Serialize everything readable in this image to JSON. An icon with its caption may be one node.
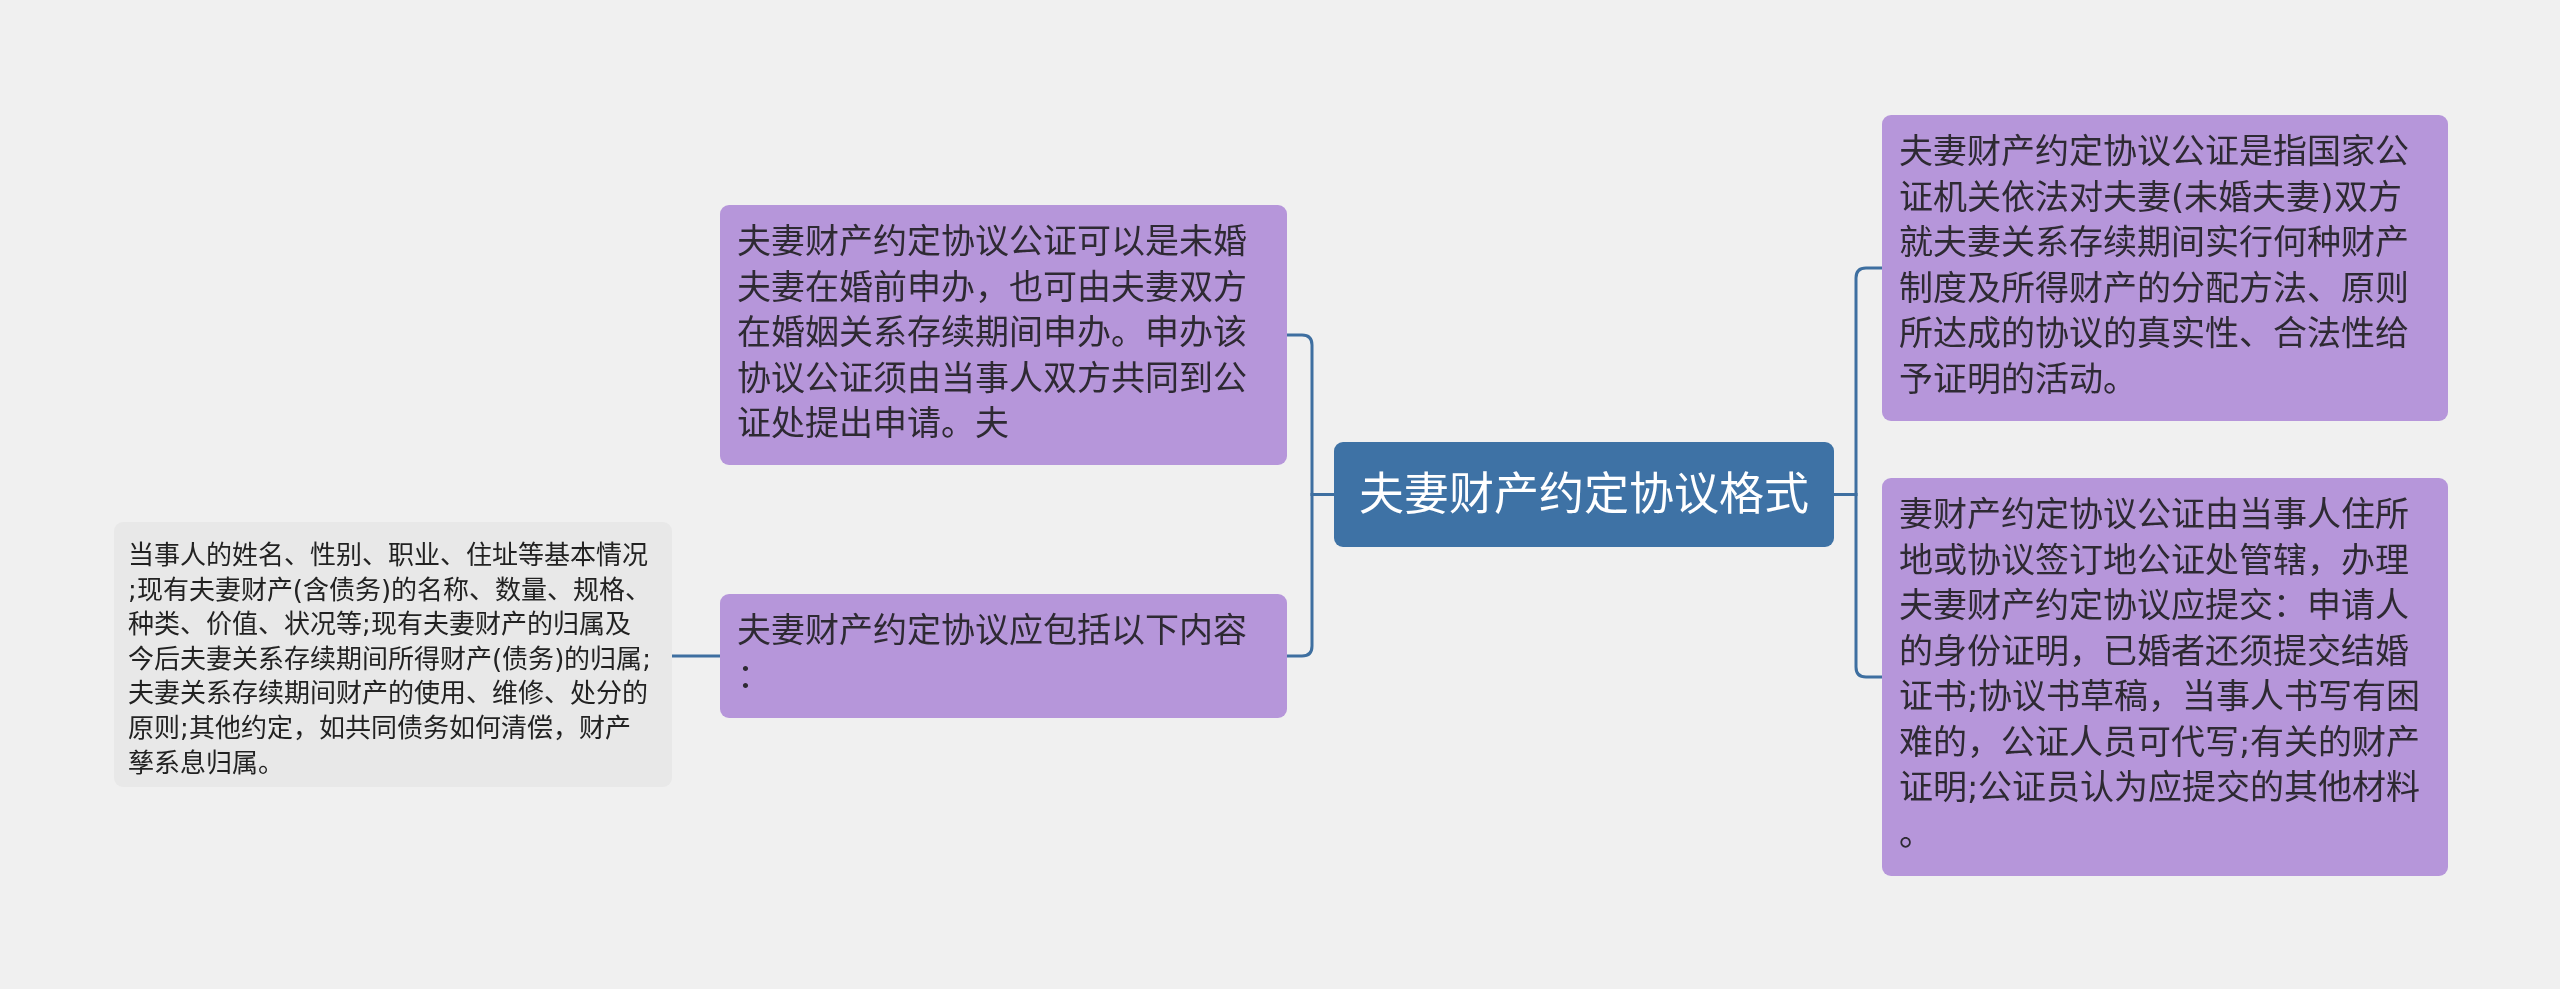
{
  "diagram": {
    "nodes": [
      {
        "text": [
          "夫妻财产约定协议格式"
        ]
      },
      {
        "text": [
          "夫妻财产约定协议公证可以是未婚夫妻在婚前申办，也可由夫妻双方在婚姻关系存续期间申办。申办该协议公证须由当事人双方共同到公证处提出申请。夫"
        ]
      },
      {
        "text": [
          "夫妻财产约定协议应包括以下内容："
        ]
      },
      {
        "text": [
          "当事人的姓名、性别、职业、住址等基本情况;现有夫妻财产(含债务)的名称、数量、规格、种类、价值、状况等;现有夫妻财产的归属及今后夫妻关系存续期间所得财产(债务)的归属;夫妻关系存续期间财产的使用、维修、处分的原则;其他约定，如共同债务如何清偿，财产孳系息归属。"
        ]
      },
      {
        "text": [
          "夫妻财产约定协议公证是指国家公证机关依法对夫妻(未婚夫妻)双方就夫妻关系存续期间实行何种财产制度及所得财产的分配方法、原则所达成的协议的真实性、合法性给予证明的活动。"
        ]
      },
      {
        "text": [
          "妻财产约定协议公证由当事人住所地或协议签订地公证处管辖，办理夫妻财产约定协议应提交：申请人的身份证明，已婚者还须提交结婚证书;协议书草稿，当事人书写有困难的，公证人员可代写;有关的财产证明;公证员认为应提交的其他材料。"
        ]
      }
    ],
    "edges": [
      {
        "from": 0,
        "to": 1,
        "arrow": "none"
      },
      {
        "from": 0,
        "to": 2,
        "arrow": "none"
      },
      {
        "from": 2,
        "to": 3,
        "arrow": "none"
      },
      {
        "from": 0,
        "to": 4,
        "arrow": "none"
      },
      {
        "from": 0,
        "to": 5,
        "arrow": "none"
      }
    ]
  }
}
